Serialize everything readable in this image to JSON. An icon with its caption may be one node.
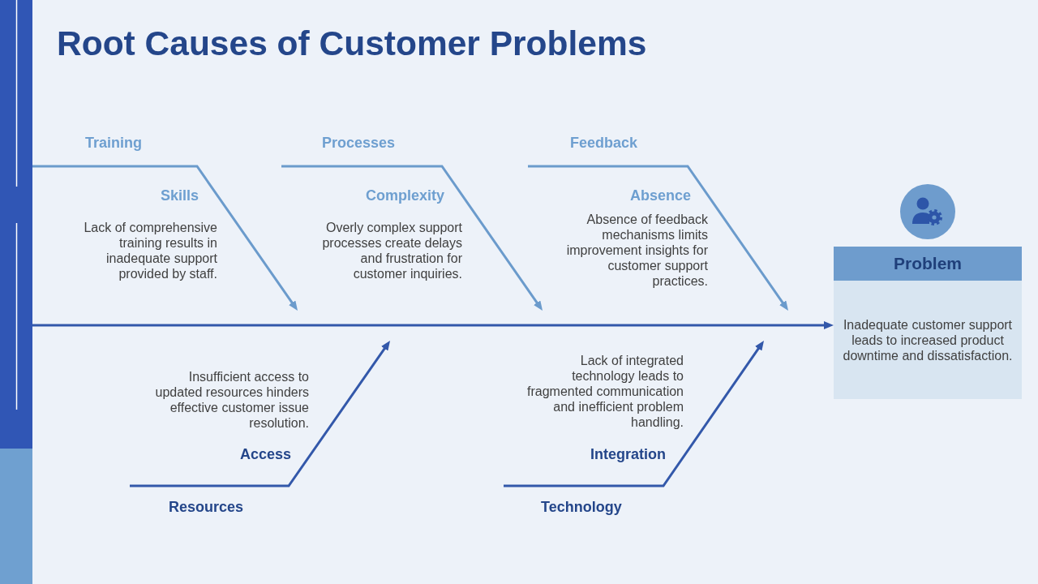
{
  "diagram": {
    "title": "Root Causes of Customer Problems",
    "nodes": [
      {
        "text": [],
        "shape": "bar"
      },
      {
        "text": [
          "Training"
        ]
      },
      {
        "text": [
          "Processes"
        ]
      },
      {
        "text": [
          "Feedback"
        ]
      },
      {
        "text": [
          "Problem",
          "Inadequate customer support leads to increased product downtime and dissatisfaction."
        ]
      },
      {
        "text": [
          "Resources"
        ]
      },
      {
        "text": [
          "Technology"
        ]
      }
    ],
    "edges": [
      {
        "from": 1,
        "to": null,
        "arrow": "to",
        "color": "#6b9bcc"
      },
      {
        "from": 2,
        "to": null,
        "arrow": "to",
        "color": "#6b9bcc"
      },
      {
        "from": 3,
        "to": null,
        "arrow": "to",
        "color": "#6b9bcc"
      },
      {
        "from": 0,
        "to": 4,
        "arrow": "to"
      },
      {
        "from": 5,
        "to": null,
        "arrow": "to"
      },
      {
        "from": 6,
        "to": null,
        "arrow": "to"
      }
    ],
    "labels": [
      "Skills",
      "Lack of comprehensive training results in inadequate support provided by staff.",
      "Complexity",
      "Overly complex support processes create delays and frustration for customer inquiries.",
      "Absence",
      "Absence of feedback mechanisms limits improvement insights for customer support practices.",
      "Insufficient access to updated resources hinders effective customer issue resolution.",
      "Access",
      "Lack of integrated technology leads to fragmented communication and inefficient problem handling.",
      "Integration"
    ]
  }
}
